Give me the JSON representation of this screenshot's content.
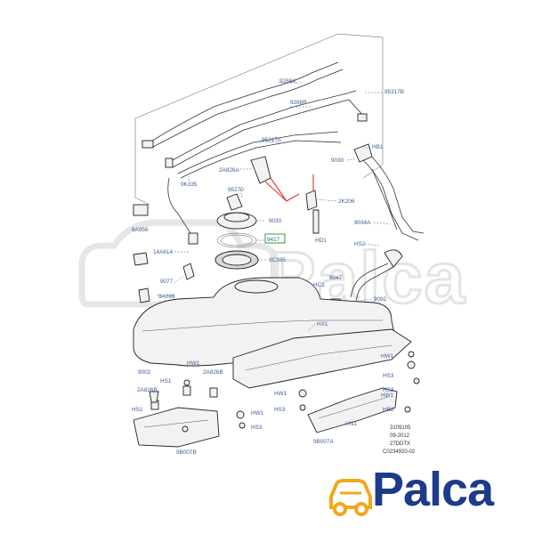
{
  "callouts": {
    "c9288A": "9288A",
    "c95317B": "95317B",
    "c9288B": "9288B",
    "c95317A": "95317A",
    "c9K335": "9K335",
    "c2A826A": "2A826A",
    "c95270": "95270",
    "c9030": "9030",
    "c9417": "9417",
    "c9C385": "9C385",
    "c6A956": "6A956",
    "c14A614": "14A614",
    "c9077": "9077",
    "c9A099": "9A099",
    "c9002": "9002",
    "c2A826B": "2A826B",
    "c2A826B2": "2A826B",
    "cHW1a": "HW1",
    "cHS1a": "HS1",
    "cHS1b": "HS1",
    "c9B007B": "9B007B",
    "cHB1": "HB1",
    "c9030b": "9030",
    "c2K206": "2K206",
    "c9034A": "9034A",
    "cHS2": "HS2",
    "cHD1": "HD1",
    "c9047": "9047",
    "cHC1": "HC1",
    "c9092": "9092",
    "cHX1": "HX1",
    "cHW1b": "HW1",
    "cHS3": "HS3",
    "cHW1c": "HW1",
    "cHS3b": "HS3",
    "cHW1d": "HW1",
    "cHS3c": "HS3",
    "cHB2": "HB2",
    "cHN1": "HN1",
    "c9B007A": "9B007A",
    "cHW1e": "HW1",
    "cHS3d": "HS3"
  },
  "reference": {
    "line1": "3109105",
    "line2": "09-2012",
    "line3": "27DDTX",
    "line4": "C0234920-02"
  },
  "watermark": "Palca",
  "logo": {
    "text": "Palca",
    "brand_color": "#1d3b8a",
    "accent_color": "#f2a81d",
    "icon": "car-icon"
  }
}
